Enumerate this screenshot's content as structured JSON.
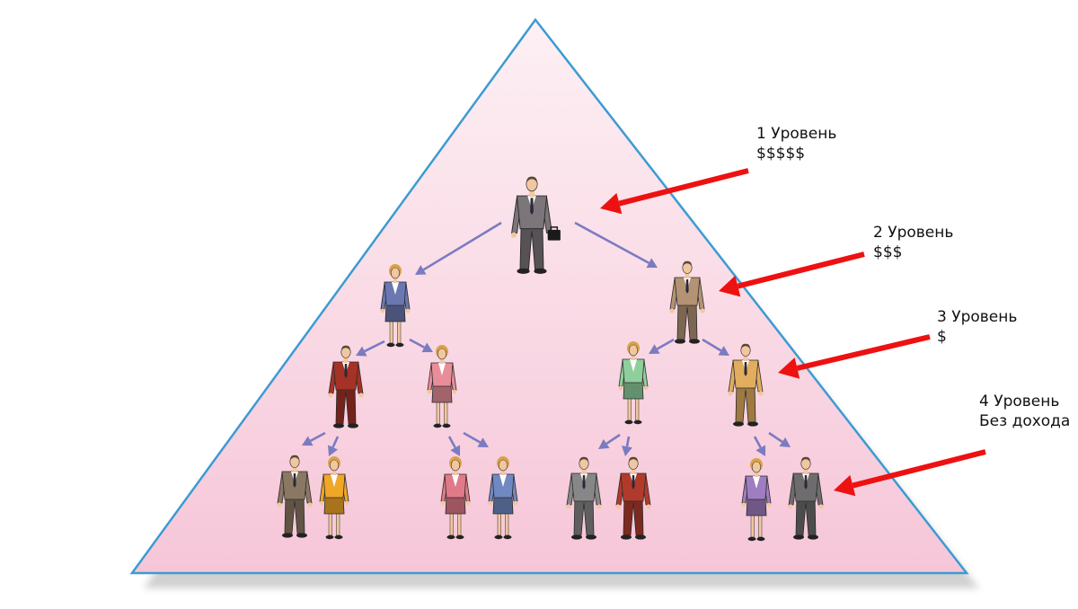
{
  "colors": {
    "pyramid_top": "#fdf0f4",
    "pyramid_bottom": "#f6c6d8",
    "pyramid_stroke": "#3d9bd3",
    "red_arrow": "#ee1111",
    "tree_arrow": "#7b7bc2",
    "skin": "#f1c7a0",
    "hair": "#5a4636"
  },
  "levels": [
    {
      "title": "1 Уровень",
      "income": "$$$$$"
    },
    {
      "title": "2 Уровень",
      "income": "$$$"
    },
    {
      "title": "3 Уровень",
      "income": "$"
    },
    {
      "title": "4 Уровень",
      "income": "Без дохода"
    }
  ],
  "people": [
    {
      "level": 1,
      "gender": "m",
      "suit": "#7c7579",
      "briefcase": true
    },
    {
      "level": 2,
      "gender": "f",
      "suit": "#6b77b0"
    },
    {
      "level": 2,
      "gender": "m",
      "suit": "#b39373"
    },
    {
      "level": 3,
      "gender": "m",
      "suit": "#a53226"
    },
    {
      "level": 3,
      "gender": "f",
      "suit": "#e88d99"
    },
    {
      "level": 3,
      "gender": "f",
      "suit": "#8fcf9c"
    },
    {
      "level": 3,
      "gender": "m",
      "suit": "#e2ad5e"
    },
    {
      "level": 4,
      "gender": "m",
      "suit": "#8a7863"
    },
    {
      "level": 4,
      "gender": "f",
      "suit": "#f0a626"
    },
    {
      "level": 4,
      "gender": "f",
      "suit": "#e17a88"
    },
    {
      "level": 4,
      "gender": "f",
      "suit": "#7089c2"
    },
    {
      "level": 4,
      "gender": "m",
      "suit": "#878787"
    },
    {
      "level": 4,
      "gender": "m",
      "suit": "#b23a2c"
    },
    {
      "level": 4,
      "gender": "f",
      "suit": "#a07cc0"
    },
    {
      "level": 4,
      "gender": "m",
      "suit": "#6e6c6c"
    }
  ]
}
